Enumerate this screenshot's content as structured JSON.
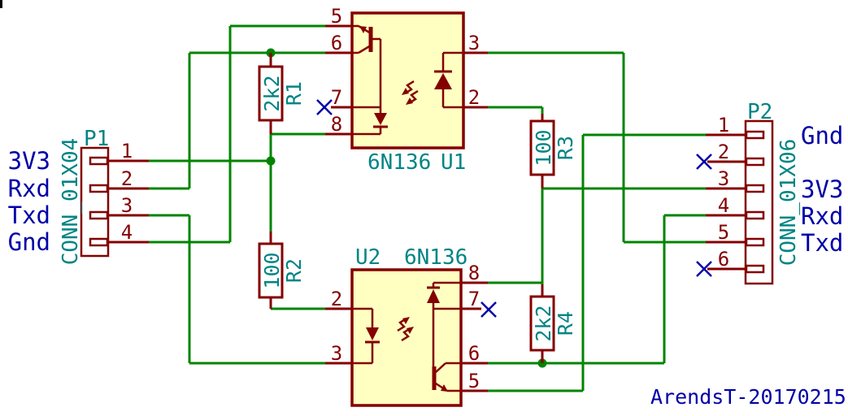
{
  "schematic": {
    "title": "ArendsT-20170215",
    "colors": {
      "wire": "#008400",
      "component": "#840000",
      "ic_fill": "#FFFFC2",
      "field_text": "#008484",
      "net_label": "#0000A8",
      "no_connect": "#0000A8",
      "background": "#FFFFFF"
    },
    "p1": {
      "ref": "P1",
      "value": "CONN_01X04",
      "pins": [
        {
          "num": "1",
          "net": "3V3"
        },
        {
          "num": "2",
          "net": "Rxd"
        },
        {
          "num": "3",
          "net": "Txd"
        },
        {
          "num": "4",
          "net": "Gnd"
        }
      ]
    },
    "p2": {
      "ref": "P2",
      "value": "CONN_01X06",
      "pins": [
        {
          "num": "1",
          "net": "Gnd"
        },
        {
          "num": "2",
          "net": ""
        },
        {
          "num": "3",
          "net": "3V3"
        },
        {
          "num": "4",
          "net": "Rxd"
        },
        {
          "num": "5",
          "net": "Txd"
        },
        {
          "num": "6",
          "net": ""
        }
      ]
    },
    "u1": {
      "ref": "U1",
      "value": "6N136",
      "pins_left": [
        "5",
        "6",
        "7",
        "8"
      ],
      "pins_right": [
        "3",
        "2"
      ]
    },
    "u2": {
      "ref": "U2",
      "value": "6N136",
      "pins_left": [
        "2",
        "3"
      ],
      "pins_right": [
        "8",
        "7",
        "6",
        "5"
      ]
    },
    "r1": {
      "ref": "R1",
      "value": "2k2"
    },
    "r2": {
      "ref": "R2",
      "value": "100"
    },
    "r3": {
      "ref": "R3",
      "value": "100"
    },
    "r4": {
      "ref": "R4",
      "value": "2k2"
    }
  }
}
